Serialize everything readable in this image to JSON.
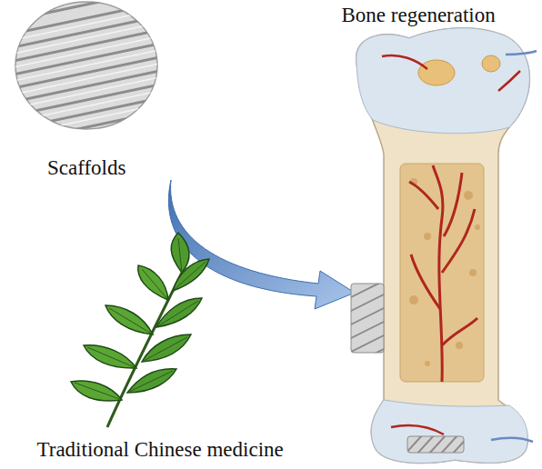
{
  "diagram": {
    "labels": [
      "Scaffolds",
      "Traditional Chinese medicine",
      "Bone regeneration"
    ]
  }
}
